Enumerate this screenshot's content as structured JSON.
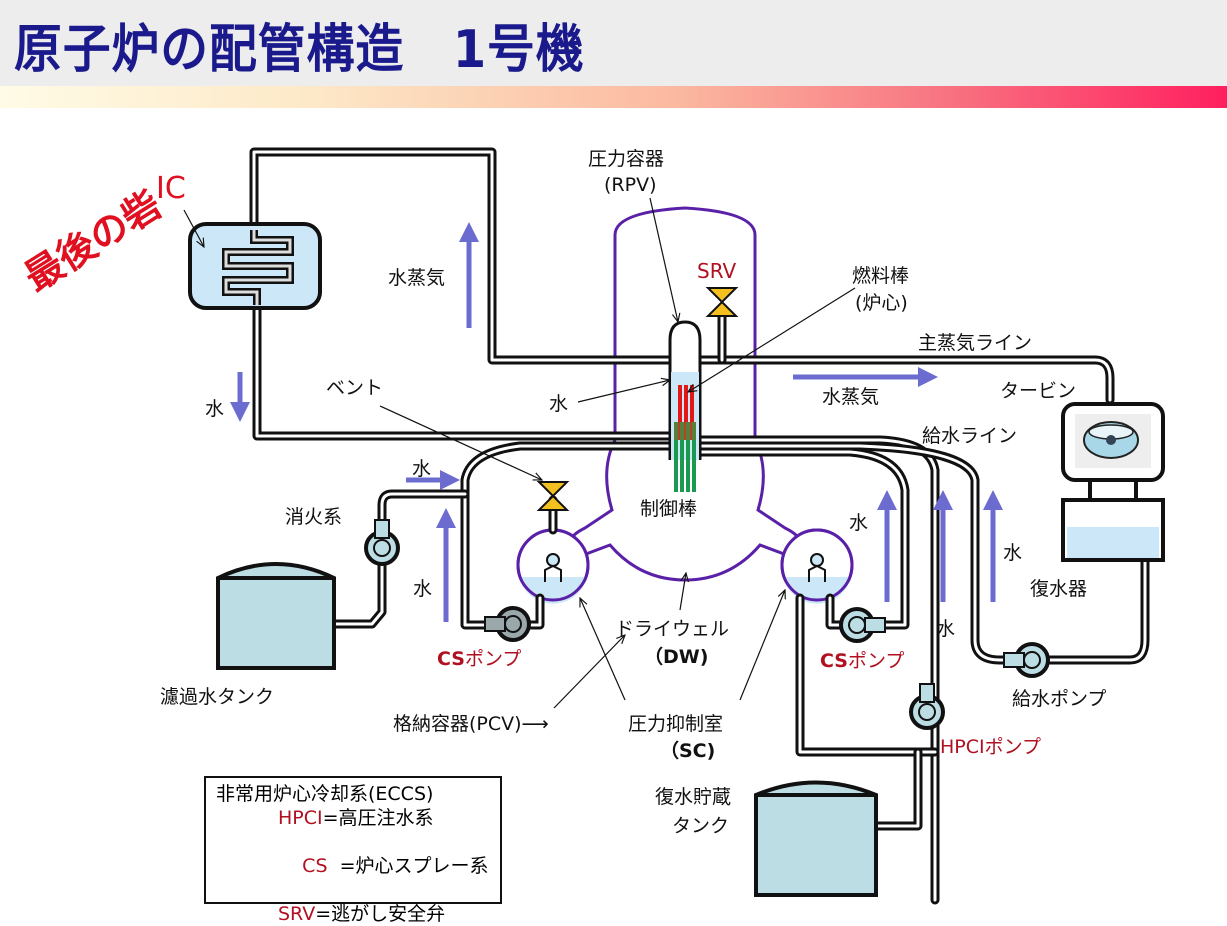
{
  "header": {
    "title": "原子炉の配管構造　1号機"
  },
  "colors": {
    "title": "#1a1a8c",
    "pipe": "#111111",
    "containment": "#5a20a8",
    "water": "#cce8f8",
    "flow_arrow": "#6b6bd0",
    "valve": "#f4c020",
    "fuel_rod": "#e01818",
    "control_rod": "#1a9a50",
    "tank": "#bcdde4",
    "annotation_red": "#b01020"
  },
  "annotations": {
    "last_resort": "最後の砦",
    "ic": "IC",
    "rpv_line1": "圧力容器",
    "rpv_line2": "(RPV)",
    "srv": "SRV",
    "fuel_line1": "燃料棒",
    "fuel_line2": "(炉心)",
    "steam_up": "水蒸気",
    "main_steam_line": "主蒸気ライン",
    "steam_right": "水蒸気",
    "turbine": "タービン",
    "feedwater_line": "給水ライン",
    "vent": "ベント",
    "water_ic": "水",
    "water_core": "水",
    "water_fire": "水",
    "water_cs_left": "水",
    "water_cs_right": "水",
    "water_hpci": "水",
    "water_feed": "水",
    "fire_system": "消火系",
    "control_rod": "制御棒",
    "condenser": "復水器",
    "filtered_water_tank": "濾過水タンク",
    "cs_pump_left_abbr": "CS",
    "cs_pump_left_rest": "ポンプ",
    "cs_pump_right_abbr": "CS",
    "cs_pump_right_rest": "ポンプ",
    "drywell_line1": "ドライウェル",
    "drywell_line2": "（DW)",
    "pcv": "格納容器(PCV)⟶",
    "sc_line1": "圧力抑制室",
    "sc_line2": "（SC)",
    "feed_pump": "給水ポンプ",
    "hpci_pump_abbr": "HPCI",
    "hpci_pump_rest": "ポンプ",
    "cst_line1": "復水貯蔵",
    "cst_line2": "タンク"
  },
  "legend": {
    "title": "非常用炉心冷却系(ECCS)",
    "items": [
      {
        "abbr": "HPCI",
        "desc": "=高圧注水系"
      },
      {
        "abbr": "CS  ",
        "desc": "=炉心スプレー系"
      },
      {
        "abbr": "SRV",
        "desc": "=逃がし安全弁"
      }
    ]
  }
}
